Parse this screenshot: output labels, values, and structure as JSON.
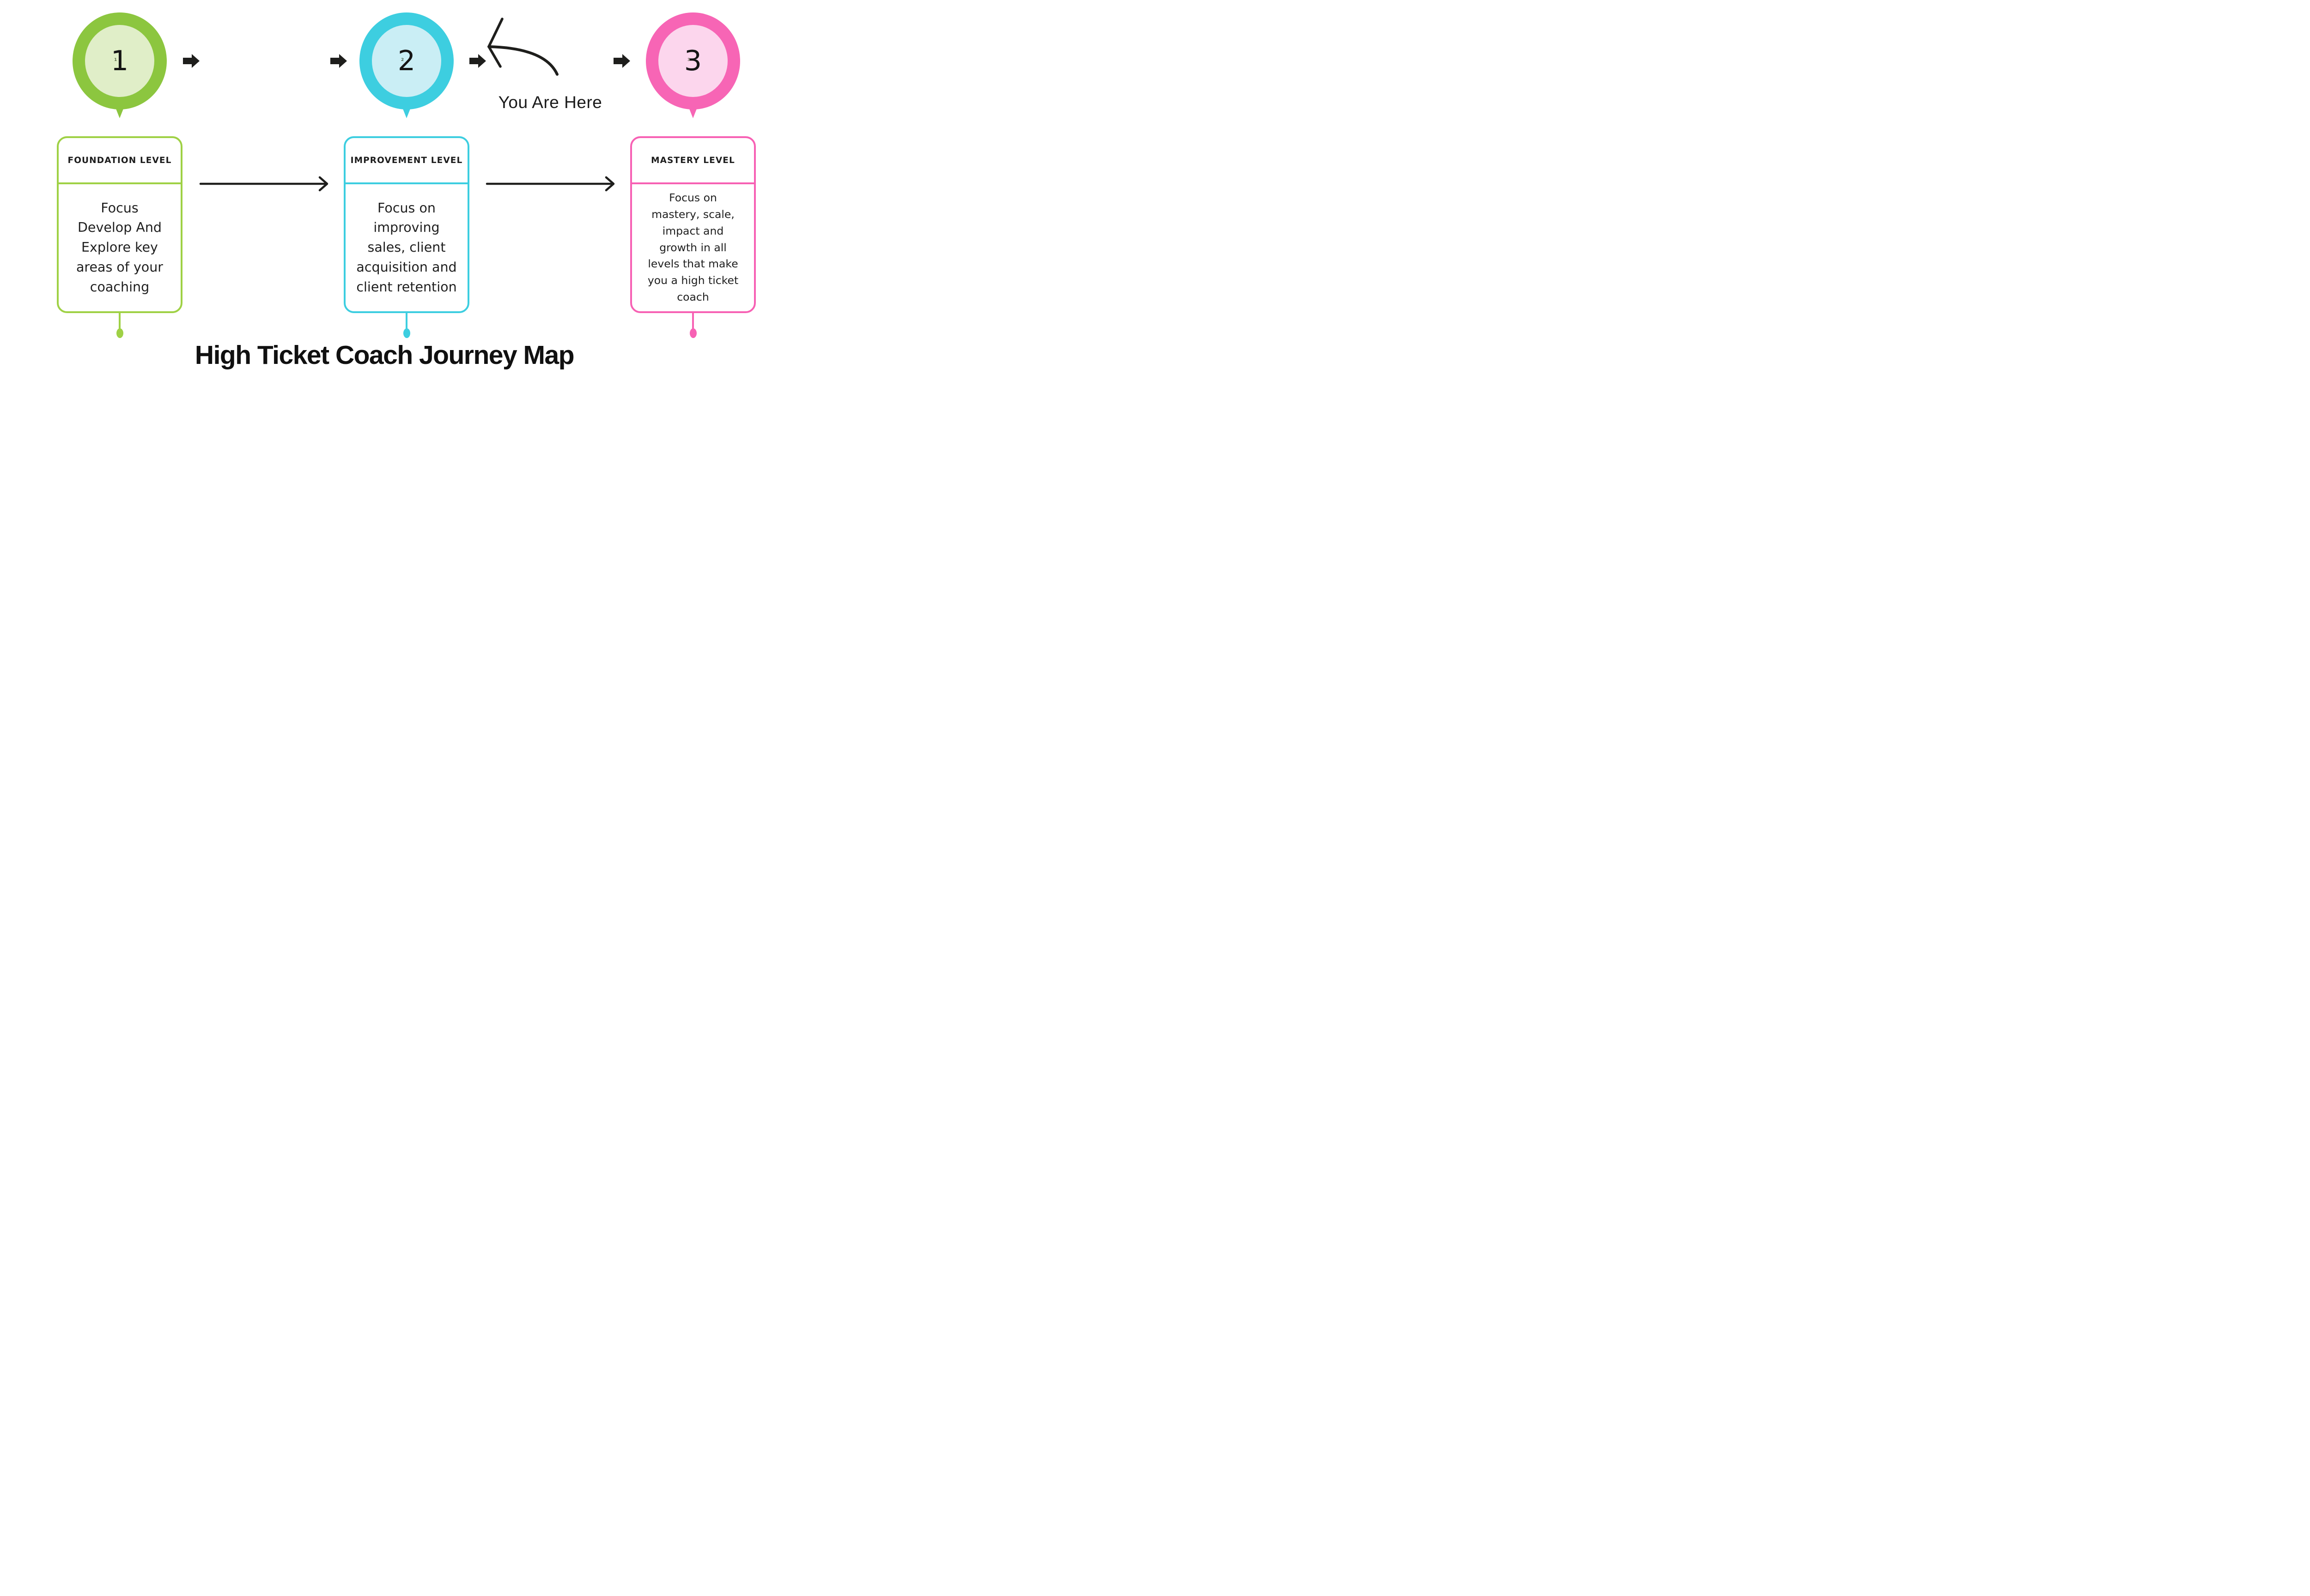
{
  "title": "High Ticket Coach Journey Map",
  "annotation": {
    "label": "You Are Here"
  },
  "steps": [
    {
      "number": "1",
      "level": "FOUNDATION LEVEL",
      "description": "Focus\nDevelop And\nExplore key\nareas of your\ncoaching",
      "theme": {
        "ring": "#8CC63F",
        "inner_fill": "#E0EEC8",
        "accent": "#9FD145"
      }
    },
    {
      "number": "2",
      "level": "IMPROVEMENT LEVEL",
      "description": "Focus on\nimproving\nsales, client\nacquisition and\nclient retention",
      "theme": {
        "ring": "#3DCEE0",
        "inner_fill": "#CAEEF5",
        "accent": "#3DCEE0"
      }
    },
    {
      "number": "3",
      "level": "MASTERY LEVEL",
      "description": "Focus on\nmastery, scale,\nimpact and\ngrowth in all\nlevels that make\nyou a high ticket\ncoach",
      "theme": {
        "ring": "#F765B5",
        "inner_fill": "#FCD6ED",
        "accent": "#F761B4"
      }
    }
  ],
  "colors": {
    "background": "#FFFFFF",
    "arrow": "#1E1E1C",
    "text": "#1C1C1C"
  }
}
